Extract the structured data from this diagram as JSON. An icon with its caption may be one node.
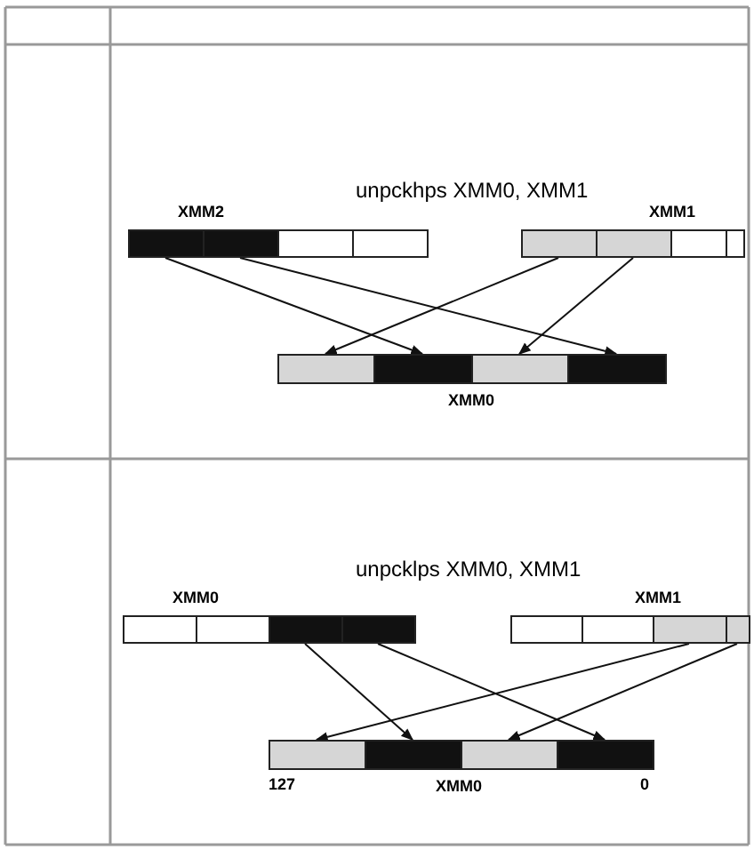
{
  "diagram": {
    "nodes": [
      {
        "text": [
          "XMM2"
        ]
      },
      {
        "text": [],
        "shape": "box",
        "in": 0
      },
      {
        "text": [],
        "shape": "box",
        "in": 0
      },
      {
        "text": [],
        "shape": "box",
        "in": 0
      },
      {
        "text": [],
        "shape": "box",
        "in": 0
      },
      {
        "text": [
          "XMM1"
        ]
      },
      {
        "text": [],
        "shape": "box",
        "in": 5
      },
      {
        "text": [],
        "shape": "box",
        "in": 5
      },
      {
        "text": [],
        "shape": "box",
        "in": 5
      },
      {
        "text": [],
        "shape": "box",
        "in": 5
      },
      {
        "text": [
          "XMM0"
        ]
      },
      {
        "text": [],
        "shape": "box",
        "in": 10
      },
      {
        "text": [],
        "shape": "box",
        "in": 10
      },
      {
        "text": [],
        "shape": "box",
        "in": 10
      },
      {
        "text": [],
        "shape": "box",
        "in": 10
      },
      {
        "text": [
          "XMM0"
        ]
      },
      {
        "text": [],
        "shape": "box",
        "in": 15
      },
      {
        "text": [],
        "shape": "box",
        "in": 15
      },
      {
        "text": [],
        "shape": "box",
        "in": 15
      },
      {
        "text": [],
        "shape": "box",
        "in": 15
      },
      {
        "text": [
          "XMM1"
        ]
      },
      {
        "text": [],
        "shape": "box",
        "in": 20
      },
      {
        "text": [],
        "shape": "box",
        "in": 20
      },
      {
        "text": [],
        "shape": "box",
        "in": 20
      },
      {
        "text": [],
        "shape": "box",
        "in": 20
      },
      {
        "text": [
          "XMM0"
        ]
      },
      {
        "text": [],
        "shape": "box",
        "in": 25
      },
      {
        "text": [],
        "shape": "box",
        "in": 25
      },
      {
        "text": [],
        "shape": "box",
        "in": 25
      },
      {
        "text": [],
        "shape": "box",
        "in": 25
      }
    ],
    "edges": [
      {
        "from": 1,
        "to": 12,
        "arrow": "to"
      },
      {
        "from": 2,
        "to": 14,
        "arrow": "to"
      },
      {
        "from": 6,
        "to": 11,
        "arrow": "to"
      },
      {
        "from": 7,
        "to": 13,
        "arrow": "to"
      },
      {
        "from": 18,
        "to": 27,
        "arrow": "to"
      },
      {
        "from": 19,
        "to": 29,
        "arrow": "to"
      },
      {
        "from": 23,
        "to": 26,
        "arrow": "to"
      },
      {
        "from": 24,
        "to": 28,
        "arrow": "to"
      }
    ],
    "labels": [
      "unpckhps XMM0, XMM1",
      "unpcklps XMM0, XMM1",
      "127",
      "0"
    ]
  }
}
